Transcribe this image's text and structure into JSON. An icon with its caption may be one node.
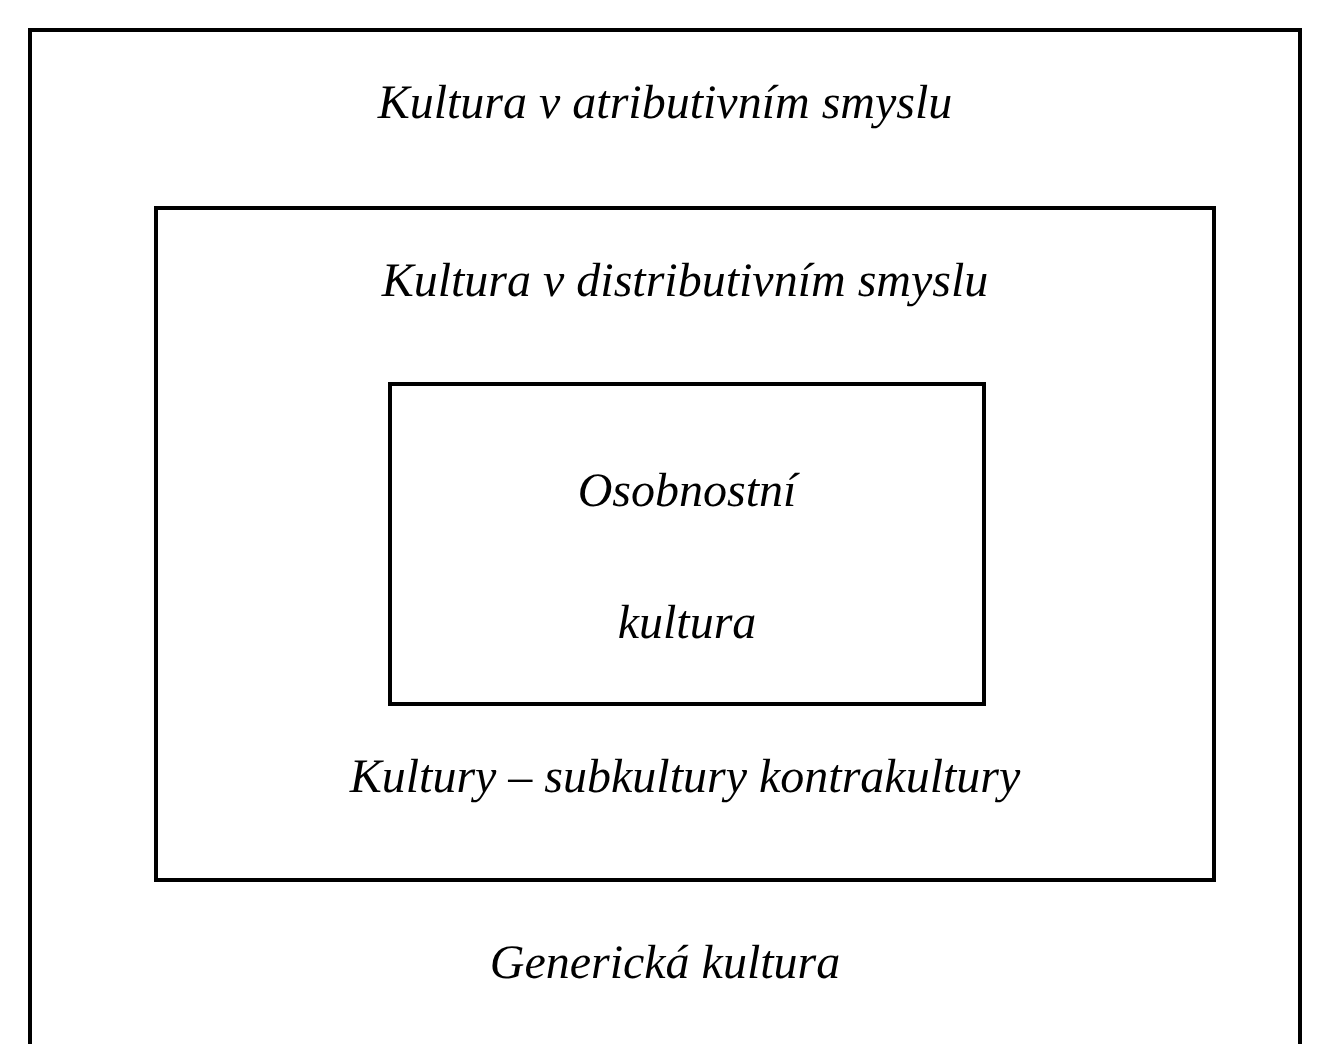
{
  "diagram": {
    "nodes": [
      {
        "text": [
          "Kultura v atributivním smyslu",
          "Generická kultura"
        ]
      },
      {
        "text": [
          "Kultura v distributivním smyslu",
          "Kultury – subkultury kontrakultury"
        ],
        "in": 0
      },
      {
        "text": [
          "Osobnostní kultura"
        ],
        "in": 1
      }
    ]
  }
}
